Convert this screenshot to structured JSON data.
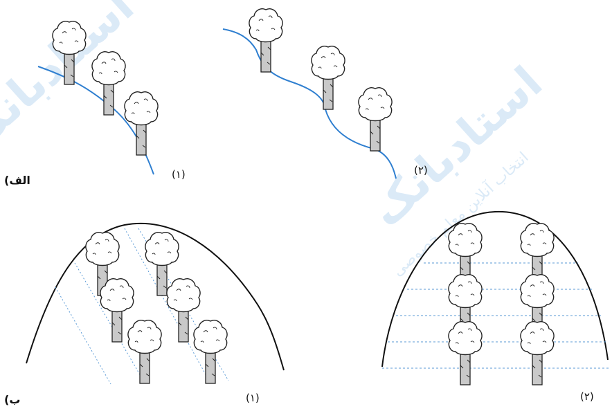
{
  "watermark": {
    "brand": "استادبانک",
    "tagline": "انتخاب آنلاین معلم خصوصی",
    "color": "#dbeaf7"
  },
  "colors": {
    "contour": "#2f7fd0",
    "contour_dotted": "#5a9ad6",
    "outline": "#111111"
  },
  "section_a": {
    "label": "(الف",
    "fig1": {
      "number": "(۱)"
    },
    "fig2": {
      "number": "(۲)"
    }
  },
  "section_b": {
    "label": "(ب",
    "fig1": {
      "number": "(۱)"
    },
    "fig2": {
      "number": "(۲)"
    }
  }
}
